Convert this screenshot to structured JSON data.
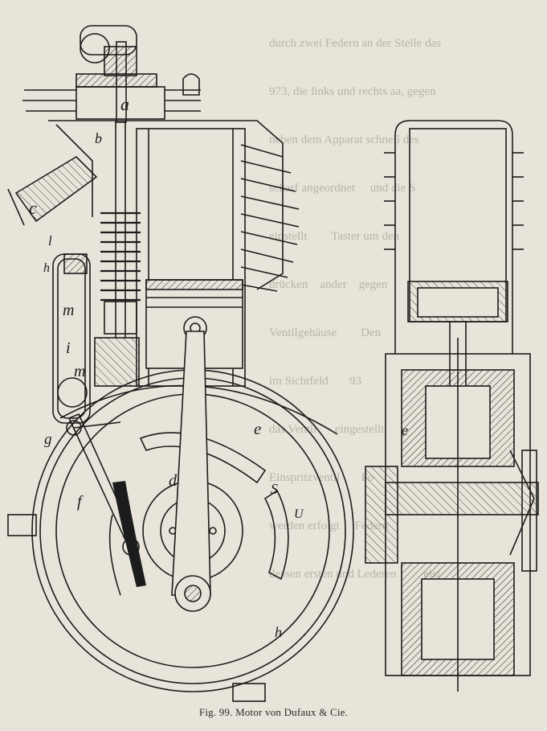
{
  "caption": "Fig. 99.  Motor von Dufaux & Cie.",
  "labels": {
    "a": "a",
    "b": "b",
    "c": "c",
    "d": "d",
    "e_left": "e",
    "e_right": "e",
    "f": "f",
    "g": "g",
    "h_top": "h",
    "h_bottom": "h",
    "i": "i",
    "l": "l",
    "m_top": "m",
    "m_bottom": "m",
    "S": "S",
    "U": "U"
  },
  "bleed_text": [
    "durch zwei Federn an der Stelle das",
    "973, die links und rechts aa, gegen",
    "neben dem Apparat schnell des",
    "scharf angeordnet     und die S",
    "einstellt        Taster um den",
    "drücken    ander    gegen",
    "Ventilgehäuse        Den",
    "im Sichtfeld       93",
    "das Ventil      eingestellt",
    "Einspritzventil       Fo",
    "werden erfolgt     Federn",
    "dessen ersten und Lederen         eist"
  ],
  "colors": {
    "paper": "#e8e4d9",
    "ink": "#1c1c1c"
  }
}
